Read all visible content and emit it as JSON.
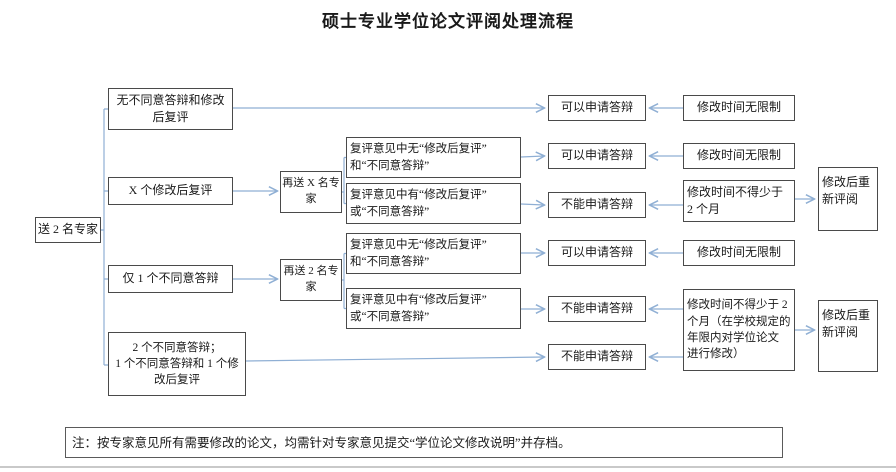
{
  "title": "硕士专业学位论文评阅处理流程",
  "nodes": {
    "start": "送 2 名专家",
    "branch_no_objection": "无不同意答辩和修改\n后复评",
    "branch_x_revise": "X 个修改后复评",
    "branch_one_objection": "仅 1 个不同意答辩",
    "branch_two_objection": "2 个不同意答辩；\n1 个不同意答辩和 1 个修\n改后复评",
    "resend_x_experts": "再送 X 名专\n家",
    "resend_2_experts": "再送 2 名专\n家",
    "review_without_a": "复评意见中无“修改后复评”\n和“不同意答辩”",
    "review_with_a": "复评意见中有“修改后复评”\n或“不同意答辩”",
    "review_without_b": "复评意见中无“修改后复评”\n和“不同意答辩”",
    "review_with_b": "复评意见中有“修改后复评”\n或“不同意答辩”",
    "can_defend_1": "可以申请答辩",
    "can_defend_2": "可以申请答辩",
    "can_defend_3": "可以申请答辩",
    "cannot_defend_1": "不能申请答辩",
    "cannot_defend_2": "不能申请答辩",
    "cannot_defend_3": "不能申请答辩",
    "time_unlimited_1": "修改时间无限制",
    "time_unlimited_2": "修改时间无限制",
    "time_unlimited_3": "修改时间无限制",
    "time_min_two_months": "修改时间不得少于\n2 个月",
    "time_min_two_months_long": "修改时间不得少于 2\n个月（在学校规定的\n年限内对学位论文\n进行修改）",
    "rereview_1": "修改后重\n新评阅",
    "rereview_2": "修改后重\n新评阅"
  },
  "note": "注：按专家意见所有需要修改的论文，均需针对专家意见提交“学位论文修改说明”并存档。",
  "colors": {
    "connector": "#8fafd4",
    "box_border": "#4a4a4a",
    "text": "#1a1a1a"
  }
}
